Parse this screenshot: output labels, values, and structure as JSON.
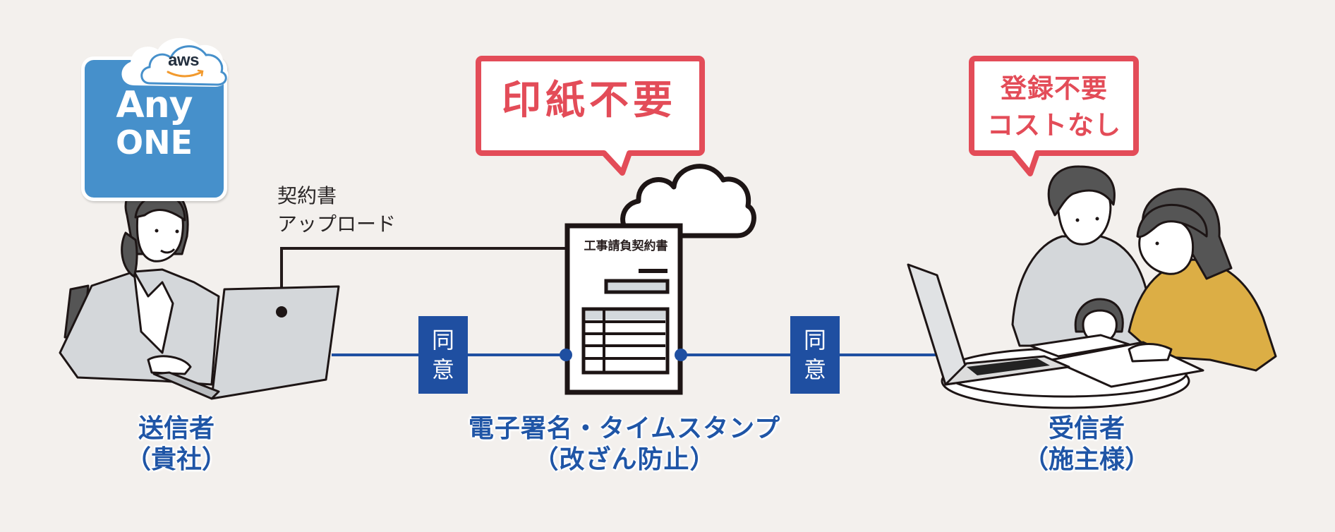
{
  "logo": {
    "cloud_badge": "aws",
    "line1": "Any",
    "line2": "ONE",
    "color": "#4690cb"
  },
  "bubbles": {
    "center": {
      "text": "印紙不要"
    },
    "right": {
      "line1": "登録不要",
      "line2": "コストなし"
    },
    "color": "#e34c58"
  },
  "upload_label": {
    "line1": "契約書",
    "line2": "アップロード"
  },
  "document": {
    "title": "工事請負契約書"
  },
  "agree": {
    "left": {
      "line1": "同",
      "line2": "意"
    },
    "right": {
      "line1": "同",
      "line2": "意"
    },
    "color": "#1f4fa1"
  },
  "roles": {
    "sender": {
      "line1": "送信者",
      "line2": "（貴社）"
    },
    "center": {
      "line1": "電子署名・タイムスタンプ",
      "line2": "（改ざん防止）"
    },
    "receiver": {
      "line1": "受信者",
      "line2": "（施主様）"
    },
    "color": "#1f55a6"
  },
  "icons": [
    "aws-cloud-icon",
    "cloud-icon",
    "document-icon",
    "laptop-icon",
    "person-sender-illustration",
    "family-receiver-illustration"
  ]
}
